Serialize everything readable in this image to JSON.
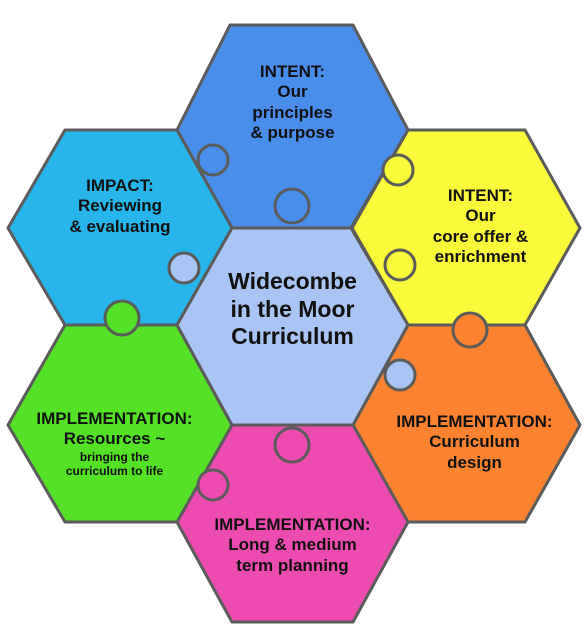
{
  "center": {
    "lines": [
      "Widecombe",
      "in the Moor",
      "Curriculum"
    ],
    "color": "#a9c5f5"
  },
  "pieces": [
    {
      "id": "top",
      "color": "#4a8eec",
      "lines": [
        "INTENT:",
        "Our",
        "principles",
        "& purpose"
      ]
    },
    {
      "id": "top-right",
      "color": "#fafa3a",
      "lines": [
        "INTENT:",
        "Our",
        "core offer &",
        "enrichment"
      ]
    },
    {
      "id": "bottom-right",
      "color": "#fd8230",
      "lines": [
        "IMPLEMENTATION:",
        "Curriculum",
        "design"
      ]
    },
    {
      "id": "bottom",
      "color": "#ee4bb2",
      "lines": [
        "IMPLEMENTATION:",
        "Long & medium",
        "term planning"
      ]
    },
    {
      "id": "bottom-left",
      "color": "#55e125",
      "lines": [
        "IMPLEMENTATION:",
        "Resources ~"
      ],
      "small_lines": [
        "bringing the",
        "curriculum to life"
      ]
    },
    {
      "id": "top-left",
      "color": "#27b6ec",
      "lines": [
        "IMPACT:",
        "Reviewing",
        "& evaluating"
      ]
    }
  ],
  "outline_color": "#5b5b5b"
}
